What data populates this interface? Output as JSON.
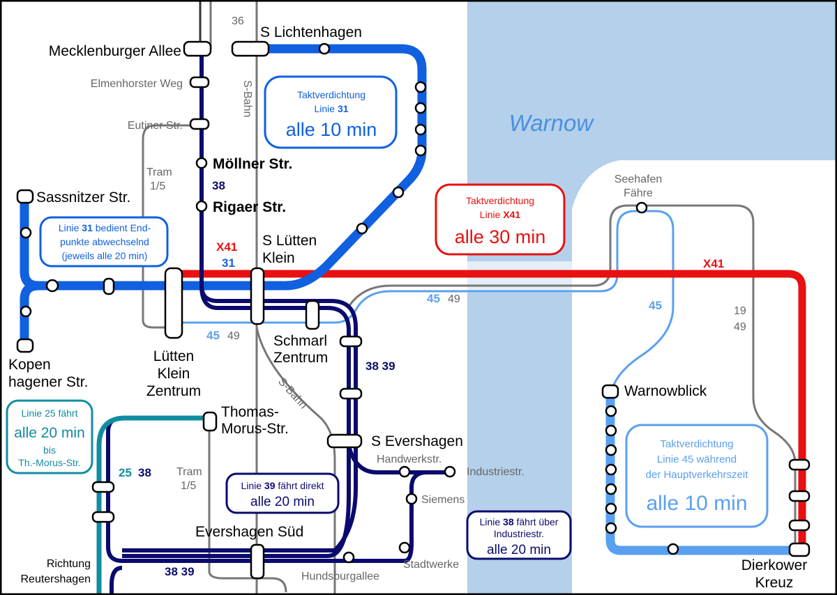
{
  "colors": {
    "line31": "#1060e0",
    "line38": "#0a0a6e",
    "line45": "#5aa0f0",
    "lineX41": "#e81010",
    "line25": "#128ca0",
    "other": "#777777",
    "water": "#b4d0ea"
  },
  "water": "Warnow",
  "stations": {
    "mecklenburger_allee": "Mecklenburger Allee",
    "s_lichtenhagen": "S Lichtenhagen",
    "elmenhorster_weg": "Elmenhorster Weg",
    "eutiner_str": "Eutiner Str.",
    "moellner_str": "Möllner Str.",
    "rigaer_str": "Rigaer Str.",
    "sassnitzer_str": "Sassnitzer Str.",
    "kopenhagener_1": "Kopen",
    "kopenhagener_2": "hagener Str.",
    "s_luetten_klein_1": "S Lütten",
    "s_luetten_klein_2": "Klein",
    "luetten_klein_zentrum_1": "Lütten",
    "luetten_klein_zentrum_2": "Klein",
    "luetten_klein_zentrum_3": "Zentrum",
    "schmarl_zentrum_1": "Schmarl",
    "schmarl_zentrum_2": "Zentrum",
    "thomas_morus_1": "Thomas-",
    "thomas_morus_2": "Morus-Str.",
    "s_evershagen": "S Evershagen",
    "handwerkstr": "Handwerkstr.",
    "industriestr": "Industriestr.",
    "siemens": "Siemens",
    "evershagen_sued": "Evershagen Süd",
    "stadtwerke": "Stadtwerke",
    "hundsburgallee": "Hundsburgallee",
    "seehafen_1": "Seehafen",
    "seehafen_2": "Fähre",
    "warnowblick": "Warnowblick",
    "dierkower_1": "Dierkower",
    "dierkower_2": "Kreuz",
    "richtung_1": "Richtung",
    "richtung_2": "Reutershagen"
  },
  "line_labels": {
    "n36": "36",
    "sbahn": "S-Bahn",
    "tram": "Tram",
    "tram_num": "1/5",
    "n38": "38",
    "x41": "X41",
    "n31": "31",
    "n45": "45",
    "n49": "49",
    "n38_39": "38 39",
    "n25": "25",
    "n19": "19"
  },
  "notes": {
    "taktverdichtung": "Taktverdichtung",
    "l31_line_pre": "Linie ",
    "l31_num": "31",
    "l31_freq": "alle 10 min",
    "lx41_line_pre": "Linie ",
    "lx41_num": "X41",
    "lx41_freq": "alle 30 min",
    "l31e_pre": "Linie ",
    "l31e_num": "31",
    "l31e_post": " bedient End-",
    "l31e_2": "punkte abwechselnd",
    "l31e_3": "(jeweils alle 20 min)",
    "l25_1": "Linie 25 fährt",
    "l25_2": "alle 20 min",
    "l25_3": "bis",
    "l25_4": "Th.-Morus-Str.",
    "l39_pre": "Linie ",
    "l39_num": "39",
    "l39_post": " fährt direkt",
    "l39_freq": "alle 20 min",
    "l38_pre": "Linie ",
    "l38_num": "38",
    "l38_post": " fährt über",
    "l38_2": "Industriestr.",
    "l38_freq": "alle 20 min",
    "l45_1": "Taktverdichtung",
    "l45_2": "Linie 45 während",
    "l45_3": "der Hauptverkehrszeit",
    "l45_freq": "alle 10 min"
  }
}
